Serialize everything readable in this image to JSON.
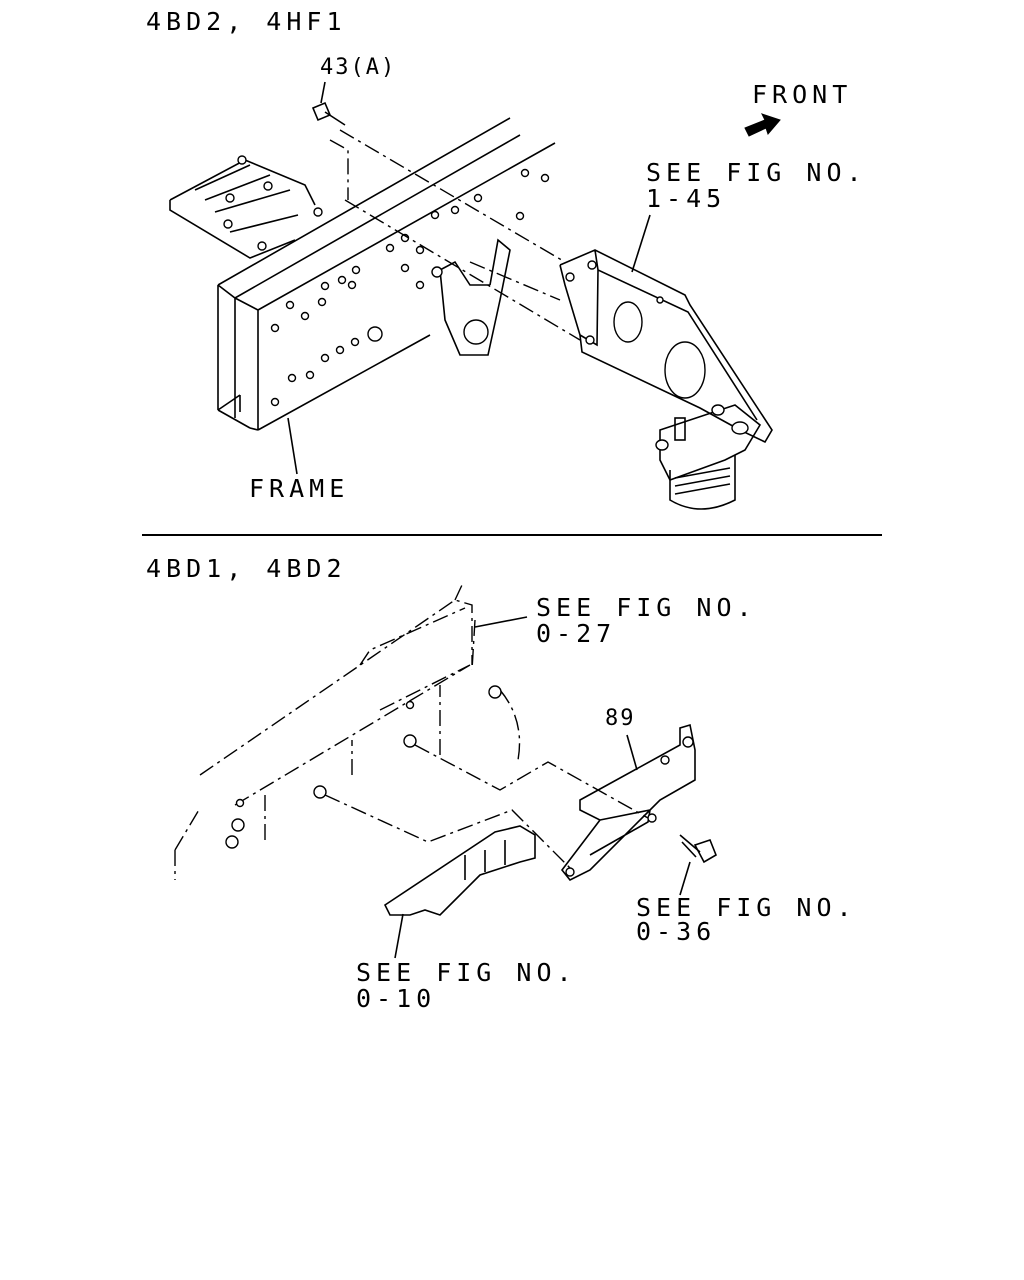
{
  "sections": [
    {
      "title": "4BD2, 4HF1",
      "labels": {
        "bolt": "43(A)",
        "front": "FRONT",
        "see_fig_line1": "SEE FIG NO.",
        "see_fig_line2": "1-45",
        "frame": "FRAME"
      }
    },
    {
      "title": "4BD1, 4BD2",
      "labels": {
        "see_fig_a_line1": "SEE FIG NO.",
        "see_fig_a_line2": "0-27",
        "part": "89",
        "see_fig_b_line1": "SEE FIG NO.",
        "see_fig_b_line2": "0-36",
        "see_fig_c_line1": "SEE FIG NO.",
        "see_fig_c_line2": "0-10"
      }
    }
  ]
}
